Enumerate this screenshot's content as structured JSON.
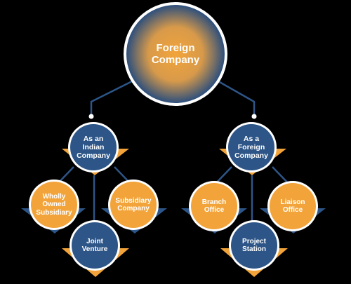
{
  "colors": {
    "background": "#000000",
    "navy": "#2d5587",
    "orange": "#f2a43a",
    "ring": "#ffffff",
    "connector": "#2d5587",
    "pointer_navy": "#2d5587",
    "pointer_orange": "#f2a43a"
  },
  "root": {
    "label": "Foreign\nCompany"
  },
  "branches": [
    {
      "label": "As an\nIndian\nCompany",
      "children": [
        {
          "label": "Wholly\nOwned\nSubsidiary"
        },
        {
          "label": "Subsidiary\nCompany"
        },
        {
          "label": "Joint\nVenture"
        }
      ]
    },
    {
      "label": "As a\nForeign\nCompany",
      "children": [
        {
          "label": "Branch\nOffice"
        },
        {
          "label": "Liaison\nOffice"
        },
        {
          "label": "Project\nStation"
        }
      ]
    }
  ]
}
